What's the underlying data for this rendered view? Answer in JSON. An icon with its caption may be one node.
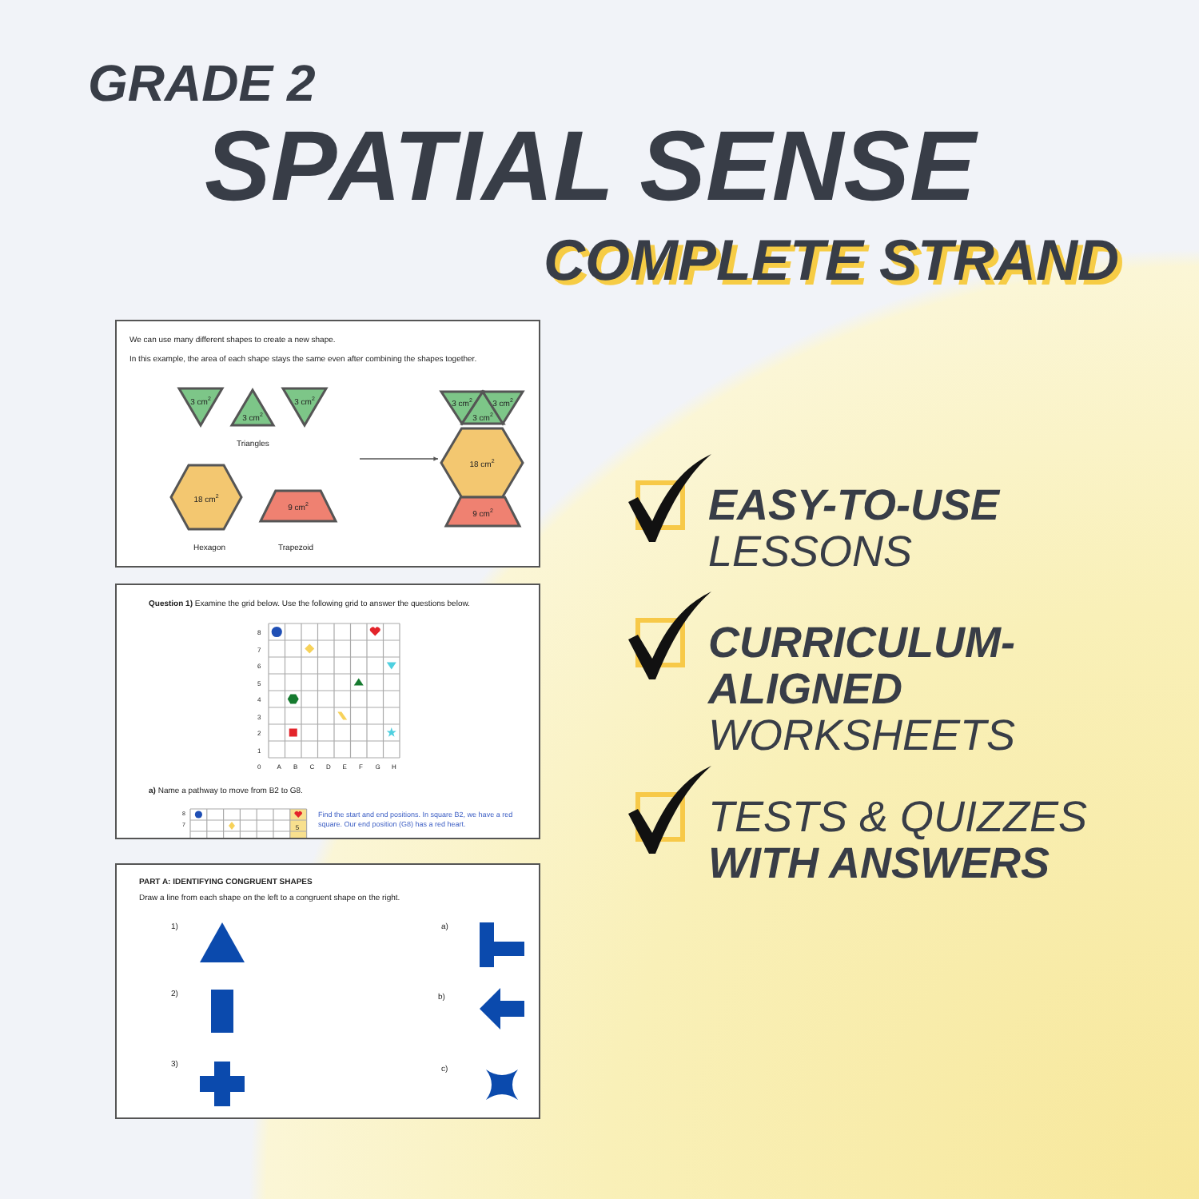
{
  "diagram": {
    "title": "SPATIAL SENSE",
    "nodes": [
      {
        "text": [
          "3 cm$^{2}$"
        ]
      },
      {
        "text": [
          "3 cm$^{2}$"
        ]
      },
      {
        "text": [
          "3 cm$^{2}$"
        ]
      },
      {
        "text": [
          "18 cm$^{2}$"
        ]
      },
      {
        "text": [
          "9 cm$^{2}$"
        ]
      },
      {
        "text": [],
        "shape": "picture"
      },
      {
        "text": [
          "3 cm$^{2}$"
        ],
        "in": 5
      },
      {
        "text": [
          "3 cm$^{2}$"
        ],
        "in": 5
      },
      {
        "text": [
          "3 cm$^{2}$"
        ],
        "in": 5
      },
      {
        "text": [
          "18 cm$^{2}$"
        ],
        "in": 5
      },
      {
        "text": [
          "9 cm$^{2}$"
        ],
        "in": 5
      }
    ],
    "edges": [
      {
        "from": null,
        "to": 5,
        "arrow": "to"
      }
    ],
    "labels": [
      "GRADE 2",
      "COMPLETE STRAND",
      "We can use many different shapes to create a new shape.",
      "In this example, the area of each shape stays the same even after combining the shapes together.",
      "Triangles",
      "Hexagon",
      "Trapezoid",
      "**Question 1)** Examine the grid below. Use the following grid to answer the questions below.",
      "8",
      "7",
      "6",
      "5",
      "4",
      "3",
      "2",
      "1",
      "0",
      "A",
      "B",
      "C",
      "D",
      "E",
      "F",
      "G",
      "H",
      "**a)** Name a pathway to move from B2 to G8.",
      "8",
      "7",
      "5",
      "Find the start and end positions. In square B2, we have a red square. Our end position (G8) has a red heart.",
      "PART A: IDENTIFYING CONGRUENT SHAPES",
      "Draw a line from each shape on the left to a congruent shape on the right.",
      "1)",
      "2)",
      "3)",
      "a)",
      "b)",
      "c)",
      "**EASY-TO-USE** LESSONS",
      "**CURRICULUM-ALIGNED** WORKSHEETS",
      "TESTS & QUIZZES **WITH ANSWERS**"
    ]
  }
}
